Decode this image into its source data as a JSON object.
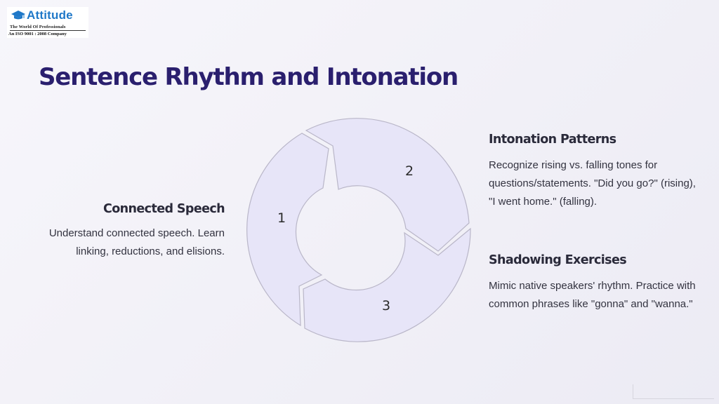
{
  "logo": {
    "brand": "Attitude",
    "tagline": "The World Of Professionals",
    "certification": "An ISO 9001 : 2008 Company"
  },
  "slide": {
    "title": "Sentence Rhythm and Intonation"
  },
  "diagram": {
    "fill_color": "#e7e5f8",
    "stroke_color": "#b9b6c8",
    "segments": [
      {
        "number": "1"
      },
      {
        "number": "2"
      },
      {
        "number": "3"
      }
    ]
  },
  "steps": [
    {
      "heading": "Connected Speech",
      "description": "Understand connected speech. Learn linking, reductions, and elisions."
    },
    {
      "heading": "Intonation Patterns",
      "description": "Recognize rising vs. falling tones for questions/statements. \"Did you go?\" (rising), \"I went home.\" (falling)."
    },
    {
      "heading": "Shadowing Exercises",
      "description": "Mimic native speakers' rhythm. Practice with common phrases like \"gonna\" and \"wanna.\""
    }
  ],
  "colors": {
    "title": "#2a1f6e",
    "logo_blue": "#1f78c8"
  }
}
